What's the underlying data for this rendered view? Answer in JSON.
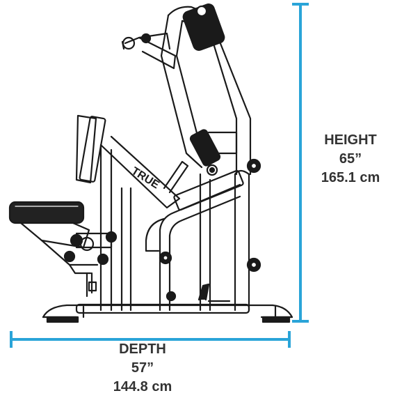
{
  "brand": "TRUE",
  "dimensions": {
    "height": {
      "label": "HEIGHT",
      "inches": "65”",
      "cm": "165.1 cm"
    },
    "depth": {
      "label": "DEPTH",
      "inches": "57”",
      "cm": "144.8 cm"
    }
  },
  "colors": {
    "dimension_line": "#2aa4d8",
    "text": "#333333",
    "machine_line": "#1a1a1a",
    "pad": "#222222"
  }
}
